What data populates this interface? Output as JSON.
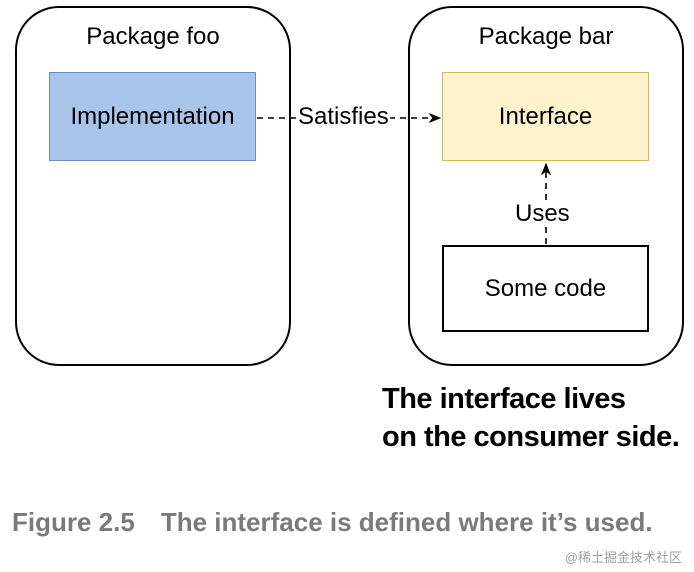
{
  "packages": {
    "foo": {
      "title": "Package foo"
    },
    "bar": {
      "title": "Package bar"
    }
  },
  "nodes": {
    "implementation": {
      "label": "Implementation",
      "fill": "#a9c4eb",
      "stroke": "#6c8ebf"
    },
    "interface": {
      "label": "Interface",
      "fill": "#fff2cc",
      "stroke": "#d6b656"
    },
    "some_code": {
      "label": "Some code",
      "fill": "#ffffff",
      "stroke": "#000000"
    }
  },
  "edges": {
    "satisfies": {
      "label": "Satisfies",
      "from": "Implementation",
      "to": "Interface",
      "style": "dashed"
    },
    "uses": {
      "label": "Uses",
      "from": "Some code",
      "to": "Interface",
      "style": "dashed"
    }
  },
  "callout": {
    "line1": "The interface lives",
    "line2": "on the consumer side."
  },
  "caption": {
    "number": "Figure 2.5",
    "text": "The interface is defined where it’s used."
  },
  "watermark": "@稀土掘金技术社区"
}
